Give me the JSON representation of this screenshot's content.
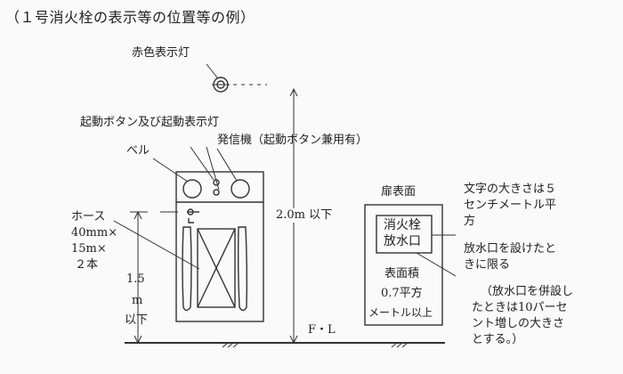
{
  "title": "（１号消火栓の表示等の位置等の例）",
  "labels": {
    "red_lamp": "赤色表示灯",
    "start_button": "起動ボタン及び起動表示灯",
    "bell": "ベル",
    "transmitter": "発信機（起動ボタン兼用有）",
    "hose": [
      "ホース",
      "40mm×",
      "15m×",
      "２本"
    ],
    "height_left": [
      "1.5",
      "m",
      "以下"
    ],
    "height_right": "2.0m 以下",
    "floor": "F・L"
  },
  "door": {
    "title": "扉表面",
    "sign": [
      "消火栓",
      "放水口"
    ],
    "area": [
      "表面積",
      "0.7平方",
      "メートル以上"
    ]
  },
  "notes": {
    "size": [
      "文字の大きさは５",
      "センチメートル平",
      "方"
    ],
    "limit": [
      "放水口を設けたと",
      "きに限る"
    ],
    "combined": [
      "（放水口を併設し",
      "たときは10パーセ",
      "ント増しの大きさ",
      "とする。）"
    ]
  }
}
